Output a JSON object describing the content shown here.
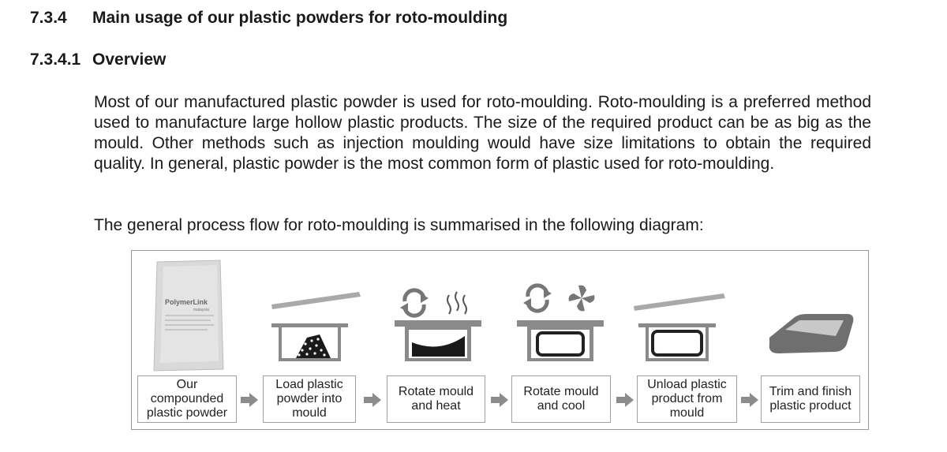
{
  "heading": {
    "number": "7.3.4",
    "title": "Main usage of our plastic powders for roto-moulding"
  },
  "subheading": {
    "number": "7.3.4.1",
    "title": "Overview"
  },
  "paragraph1": "Most of our manufactured plastic powder is used for roto-moulding. Roto-moulding is a preferred method used to manufacture large hollow plastic products. The size of the required product can be as big as the mould. Other methods such as injection moulding would have size limitations to obtain the required quality. In general, plastic powder is the most common form of plastic used for roto-moulding.",
  "paragraph2": "The general process flow for roto-moulding is summarised in the following diagram:",
  "diagram": {
    "bag_brand": "PolymerLink",
    "bag_subtitle": "malaysia",
    "steps": [
      "Our compounded plastic powder",
      "Load plastic powder into mould",
      "Rotate mould and heat",
      "Rotate mould and cool",
      "Unload plastic product from mould",
      "Trim and finish plastic product"
    ],
    "icons": [
      "powder-bag-icon",
      "mould-with-powder-icon",
      "rotate-heat-icon",
      "rotate-cool-icon",
      "unload-mould-icon",
      "finished-product-icon"
    ]
  }
}
